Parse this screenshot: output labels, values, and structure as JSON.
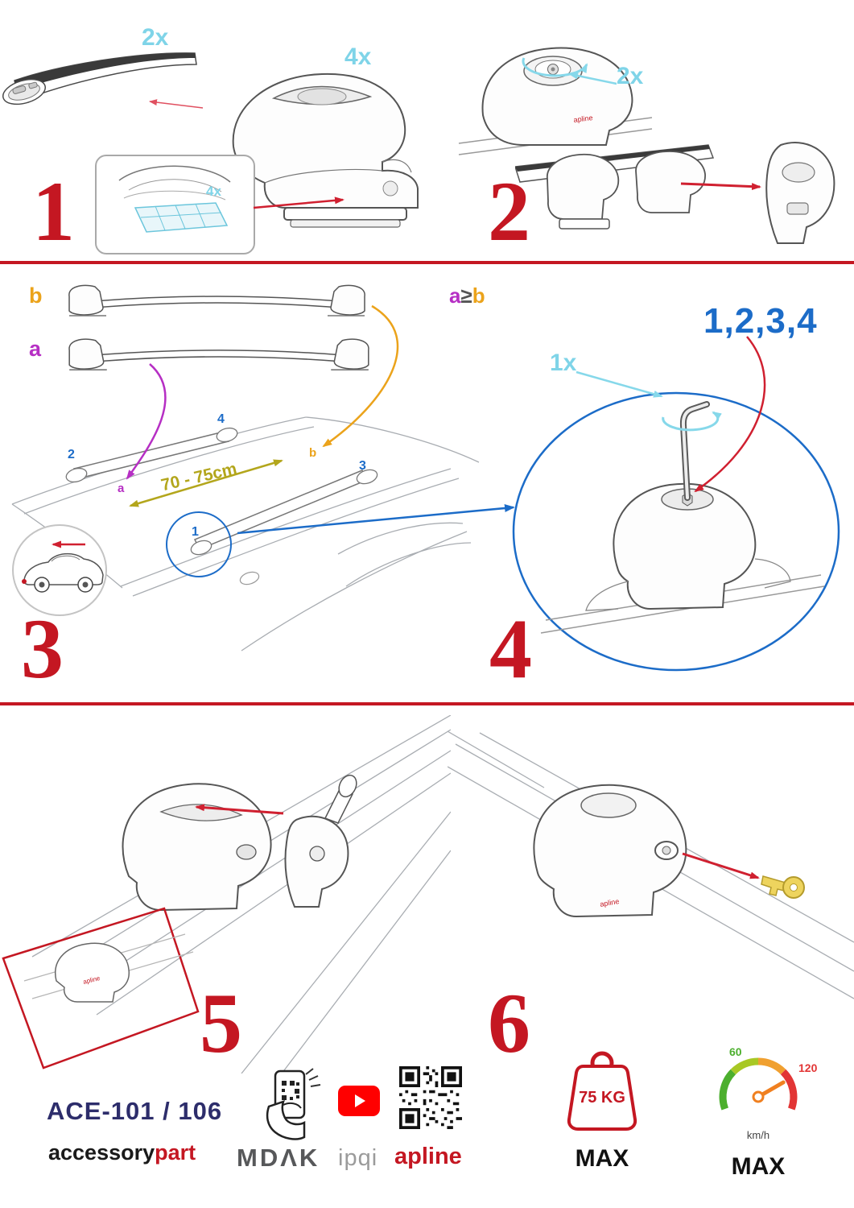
{
  "colors": {
    "accent_red": "#c41722",
    "arrow_red": "#d02030",
    "cyan": "#7fd4e8",
    "blue": "#1c6cc8",
    "orange": "#eba31b",
    "purple": "#b62fc4",
    "olive": "#b3a61c",
    "navy": "#2d2d6b",
    "gauge_green": "#4caf2e",
    "gauge_red": "#e23535"
  },
  "step1": {
    "number": "1",
    "bar_qty": "2x",
    "foot_qty": "4x",
    "pad_qty": "4x"
  },
  "step2": {
    "number": "2",
    "knob_qty": "2x",
    "brand": "apline"
  },
  "step3": {
    "number": "3",
    "label_b": "b",
    "label_a": "a",
    "cmp_a": "a",
    "cmp_ge": "≥",
    "cmp_b": "b",
    "distance": "70 - 75cm",
    "pos_1": "1",
    "pos_2": "2",
    "pos_3": "3",
    "pos_4": "4",
    "roof_a": "a",
    "roof_b": "b"
  },
  "step4": {
    "number": "4",
    "key_qty": "1x",
    "sequence": "1,2,3,4",
    "first": "1"
  },
  "step5": {
    "number": "5",
    "brand": "apline"
  },
  "step6": {
    "number": "6",
    "brand": "apline"
  },
  "footer": {
    "model": "ACE-101 / 106",
    "brand_accessory": "accessory",
    "brand_part": "part",
    "logo_mdak": "MDΛK",
    "logo_ipqi": "ipqi",
    "logo_apline": "apline",
    "weight_value": "75 KG",
    "weight_max": "MAX",
    "speed_low": "60",
    "speed_high": "120",
    "speed_unit": "km/h",
    "speed_max": "MAX"
  }
}
